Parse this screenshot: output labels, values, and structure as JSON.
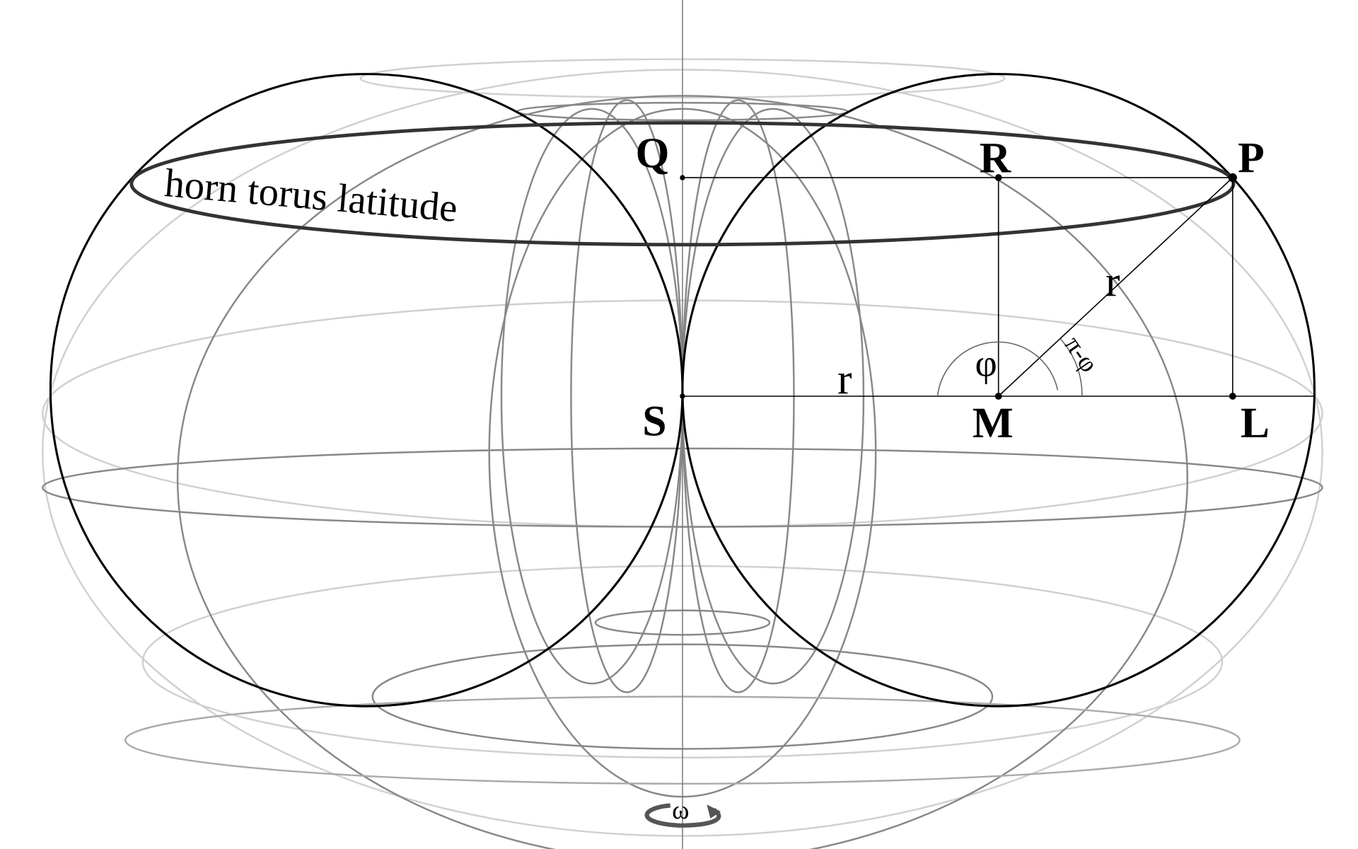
{
  "diagram": {
    "latitude_label": "horn torus latitude",
    "points": {
      "Q": "Q",
      "R": "R",
      "P": "P",
      "S": "S",
      "M": "M",
      "L": "L"
    },
    "radius_label": "r",
    "angle_phi": "φ",
    "angle_pi_minus_phi": "π-φ",
    "rotation_symbol": "ω"
  }
}
